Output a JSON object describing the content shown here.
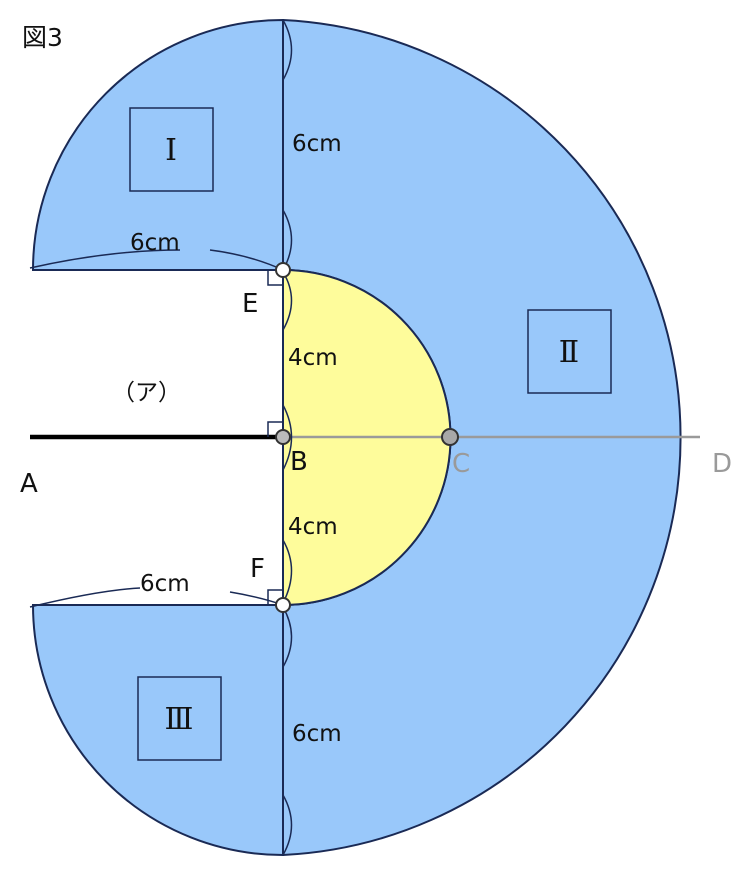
{
  "figure": {
    "title": "図3",
    "colors": {
      "blue_region": "#99c8fa",
      "yellow_region": "#fefc9b",
      "outline": "#1a2a55",
      "gray_line": "#9a9a9a",
      "background": "#ffffff"
    },
    "points": {
      "A": "A",
      "B": "B",
      "C": "C",
      "D": "D",
      "E": "E",
      "F": "F"
    },
    "segment_label": "（ア）",
    "regions": {
      "I": "Ⅰ",
      "II": "Ⅱ",
      "III": "Ⅲ"
    },
    "measurements": {
      "upper_vertical": "6cm",
      "upper_horizontal": "6cm",
      "EB": "4cm",
      "BF": "4cm",
      "lower_horizontal": "6cm",
      "lower_vertical": "6cm"
    }
  }
}
